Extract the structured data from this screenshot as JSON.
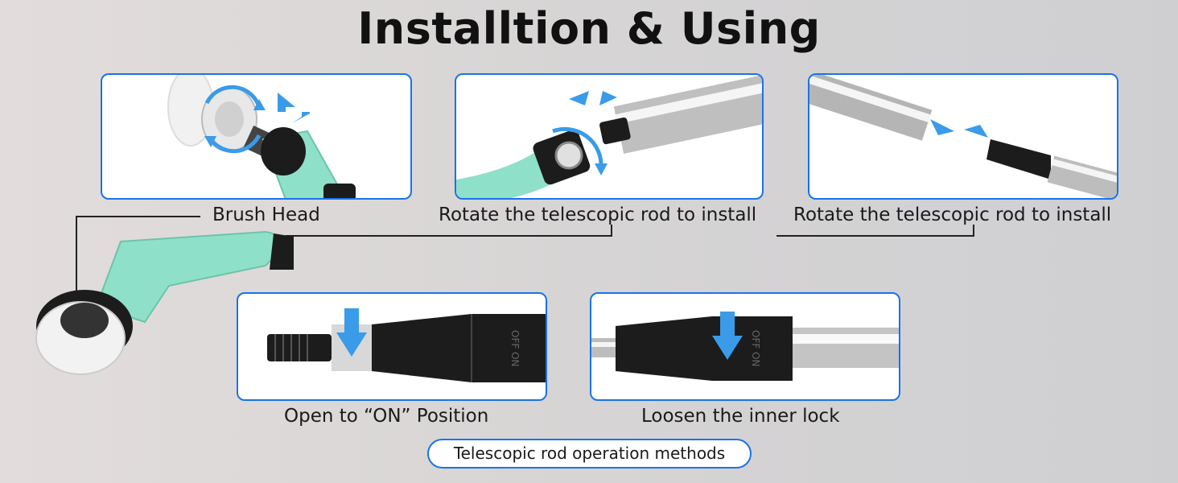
{
  "title": "Installtion & Using",
  "captions": {
    "brush_head": "Brush Head",
    "rotate_install_1": "Rotate the telescopic rod to install",
    "rotate_install_2": "Rotate the telescopic rod to install",
    "open_on": "Open to “ON” Position",
    "loosen_lock": "Loosen the inner lock"
  },
  "methods_label": "Telescopic rod operation methods",
  "switch_label": "OFF ON",
  "colors": {
    "accent": "#1a73e8",
    "mint": "#8fe0c8",
    "arrow": "#3a9be8"
  },
  "icons": [
    "rotate-arrows-icon",
    "insert-arrows-icon",
    "down-arrow-icon"
  ]
}
